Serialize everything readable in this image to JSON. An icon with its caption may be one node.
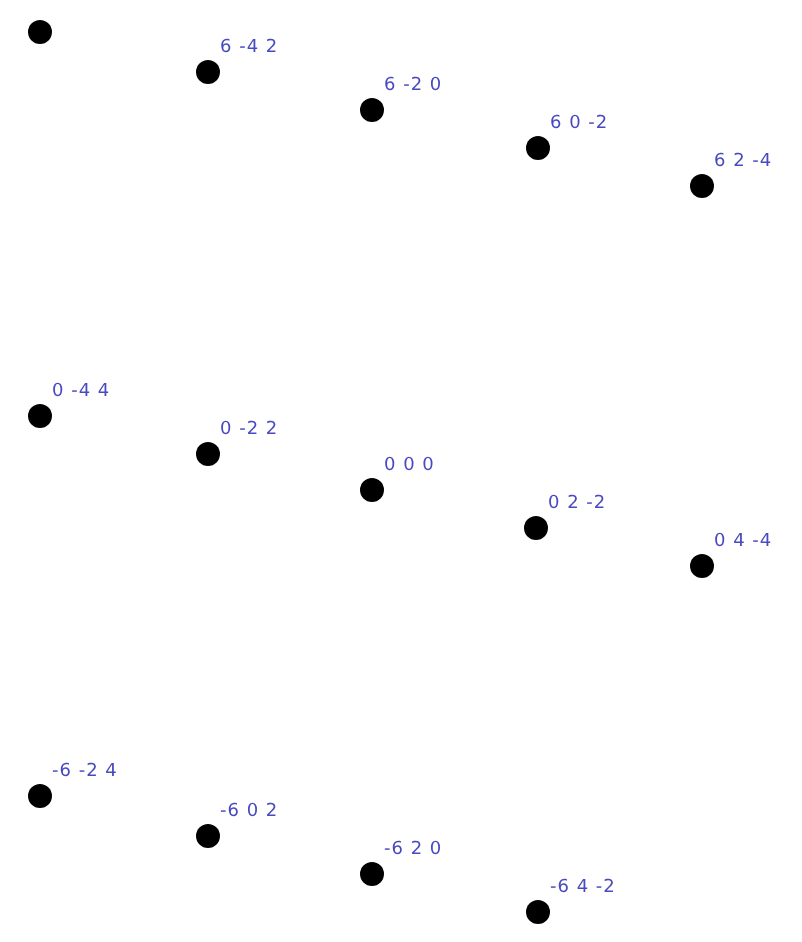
{
  "diagram": {
    "nodes": [
      {
        "text": [],
        "shape": "circle"
      },
      {
        "text": [
          "6 -4 2"
        ]
      },
      {
        "text": [
          "6 -2 0"
        ]
      },
      {
        "text": [
          "6 0 -2"
        ]
      },
      {
        "text": [
          "6 2 -4"
        ]
      },
      {
        "text": [
          "0 -4 4"
        ]
      },
      {
        "text": [
          "0 -2 2"
        ]
      },
      {
        "text": [
          "0 0 0"
        ]
      },
      {
        "text": [
          "0 2 -2"
        ]
      },
      {
        "text": [
          "0 4 -4"
        ]
      },
      {
        "text": [
          "-6 -2 4"
        ]
      },
      {
        "text": [
          "-6 0 2"
        ]
      },
      {
        "text": [
          "-6 2 0"
        ]
      },
      {
        "text": [
          "-6 4 -2"
        ]
      }
    ]
  }
}
